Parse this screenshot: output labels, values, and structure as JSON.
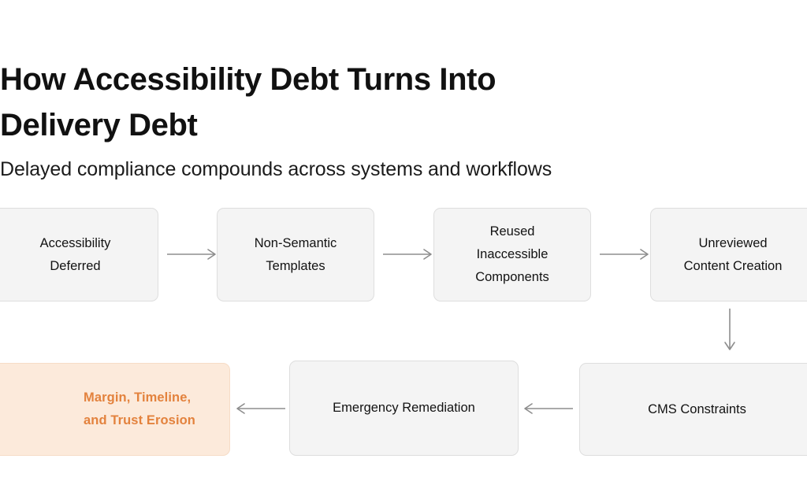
{
  "header": {
    "title": "How Accessibility Debt Turns Into\nDelivery Debt",
    "subtitle": "Delayed compliance compounds across systems and workflows"
  },
  "colors": {
    "background": "#ffffff",
    "node_fill": "#f4f4f4",
    "node_border": "#dedede",
    "node_text": "#121212",
    "highlight_fill": "#fceadb",
    "highlight_border": "#f6dcc6",
    "highlight_text": "#e3823d",
    "connector": "#8d8d8d",
    "title_text": "#111111"
  },
  "diagram": {
    "nodes": [
      {
        "id": "accessibility-deferred",
        "label": "Accessibility\nDeferred",
        "highlight": false
      },
      {
        "id": "non-semantic-templates",
        "label": "Non-Semantic\nTemplates",
        "highlight": false
      },
      {
        "id": "reused-inaccessible-components",
        "label": "Reused\nInaccessible\nComponents",
        "highlight": false
      },
      {
        "id": "unreviewed-content-creation",
        "label": "Unreviewed\nContent Creation",
        "highlight": false
      },
      {
        "id": "margin-timeline-trust-erosion",
        "label": "Margin, Timeline,\nand Trust Erosion",
        "highlight": true
      },
      {
        "id": "emergency-remediation",
        "label": "Emergency Remediation",
        "highlight": false
      },
      {
        "id": "cms-constraints",
        "label": "CMS Constraints",
        "highlight": false
      }
    ],
    "connectors": [
      {
        "id": "arrow-deferred-to-templates",
        "from": "accessibility-deferred",
        "to": "non-semantic-templates",
        "direction": "right"
      },
      {
        "id": "arrow-templates-to-components",
        "from": "non-semantic-templates",
        "to": "reused-inaccessible-components",
        "direction": "right"
      },
      {
        "id": "arrow-components-to-content",
        "from": "reused-inaccessible-components",
        "to": "unreviewed-content-creation",
        "direction": "right"
      },
      {
        "id": "arrow-content-to-cms",
        "from": "unreviewed-content-creation",
        "to": "cms-constraints",
        "direction": "down"
      },
      {
        "id": "arrow-cms-to-remediation",
        "from": "cms-constraints",
        "to": "emergency-remediation",
        "direction": "left"
      },
      {
        "id": "arrow-remediation-to-erosion",
        "from": "emergency-remediation",
        "to": "margin-timeline-trust-erosion",
        "direction": "left"
      }
    ]
  }
}
